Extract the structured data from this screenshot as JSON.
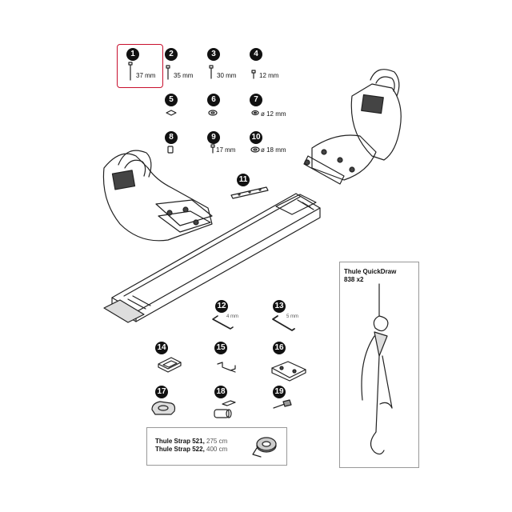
{
  "parts": [
    {
      "num": "1",
      "label": "37 mm",
      "icon": "bolt-icon"
    },
    {
      "num": "2",
      "label": "35 mm",
      "icon": "bolt-icon"
    },
    {
      "num": "3",
      "label": "30 mm",
      "icon": "bolt-icon"
    },
    {
      "num": "4",
      "label": "12 mm",
      "icon": "bolt-icon"
    },
    {
      "num": "5",
      "label": "",
      "icon": "square-nut-icon"
    },
    {
      "num": "6",
      "label": "",
      "icon": "lock-washer-icon"
    },
    {
      "num": "7",
      "label": "ø 12 mm",
      "icon": "washer-icon"
    },
    {
      "num": "8",
      "label": "",
      "icon": "spacer-icon"
    },
    {
      "num": "9",
      "label": "17 mm",
      "icon": "bolt-icon"
    },
    {
      "num": "10",
      "label": "ø 18 mm",
      "icon": "washer-icon"
    },
    {
      "num": "11",
      "label": "",
      "icon": "plate-icon"
    },
    {
      "num": "12",
      "label": "4 mm",
      "icon": "hex-key-icon"
    },
    {
      "num": "13",
      "label": "5 mm",
      "icon": "hex-key-icon"
    },
    {
      "num": "14",
      "label": "",
      "icon": "bracket-icon"
    },
    {
      "num": "15",
      "label": "",
      "icon": "clip-icon"
    },
    {
      "num": "16",
      "label": "",
      "icon": "end-cap-icon"
    },
    {
      "num": "17",
      "label": "",
      "icon": "knob-icon"
    },
    {
      "num": "18",
      "label": "",
      "icon": "lock-cylinder-icon"
    },
    {
      "num": "19",
      "label": "",
      "icon": "key-icon"
    }
  ],
  "strap": {
    "line1_name": "Thule Strap 521,",
    "line1_len": " 275 cm",
    "line2_name": "Thule Strap 522,",
    "line2_len": " 400 cm",
    "icon": "strap-roll-icon"
  },
  "quickdraw": {
    "title": "Thule QuickDraw",
    "count": "838 x2",
    "icon": "rope-hook-icon"
  },
  "colors": {
    "highlight": "#c8102e",
    "badge": "#111111"
  }
}
